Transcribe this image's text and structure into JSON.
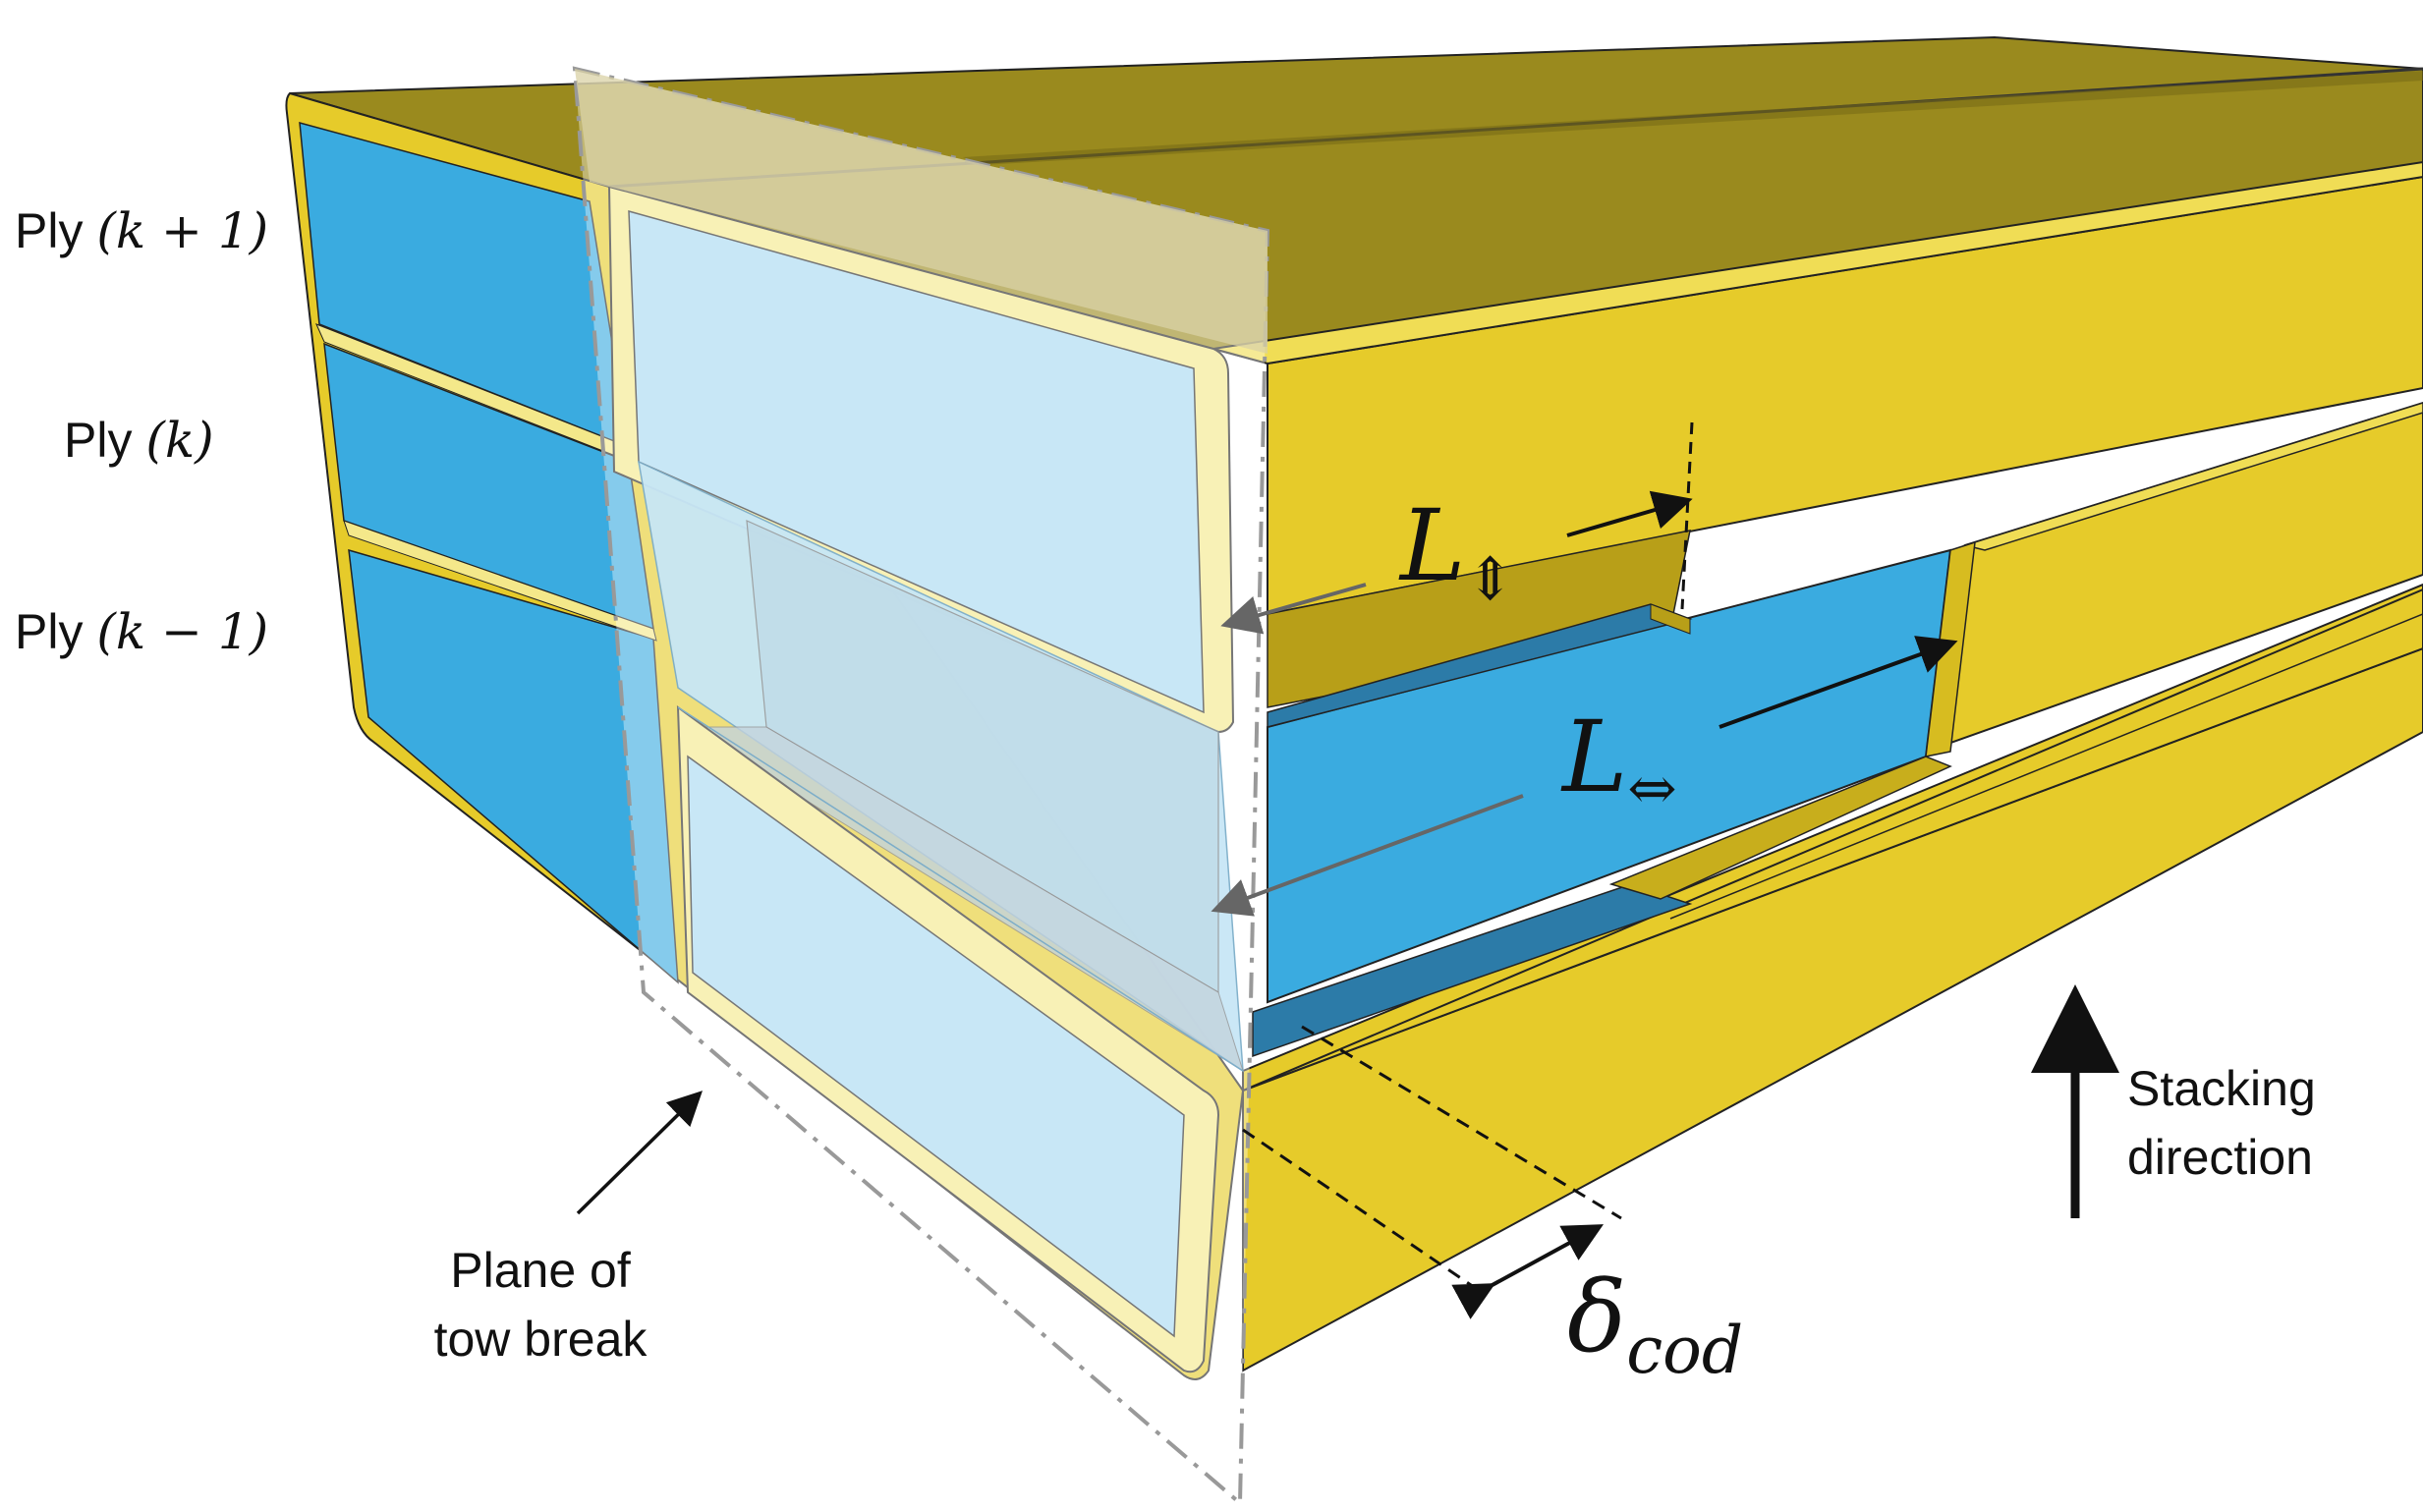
{
  "ply_labels": {
    "upper_prefix": "Ply ",
    "upper_math": "(k + 1)",
    "middle_prefix": "Ply ",
    "middle_math": "(k)",
    "lower_prefix": "Ply ",
    "lower_math": "(k − 1)"
  },
  "dimensions": {
    "vertical_length_symbol": "L",
    "vertical_length_subscript": "⇕",
    "horizontal_length_symbol": "L",
    "horizontal_length_subscript": "⇔",
    "opening_symbol": "δ",
    "opening_subscript": "cod"
  },
  "annotations": {
    "plane_line1": "Plane of",
    "plane_line2": "tow break",
    "stacking_line1": "Stacking",
    "stacking_line2": "direction"
  },
  "colors": {
    "matrix_yellow": "#E6CB2A",
    "matrix_top_dark": "#9A8A1E",
    "tow_blue": "#3AABE0",
    "tow_blue_light": "#A6D8F0",
    "tow_blue_dark": "#2C7BA8",
    "rim_light": "#F4E88A",
    "plane_gray": "#999999"
  }
}
